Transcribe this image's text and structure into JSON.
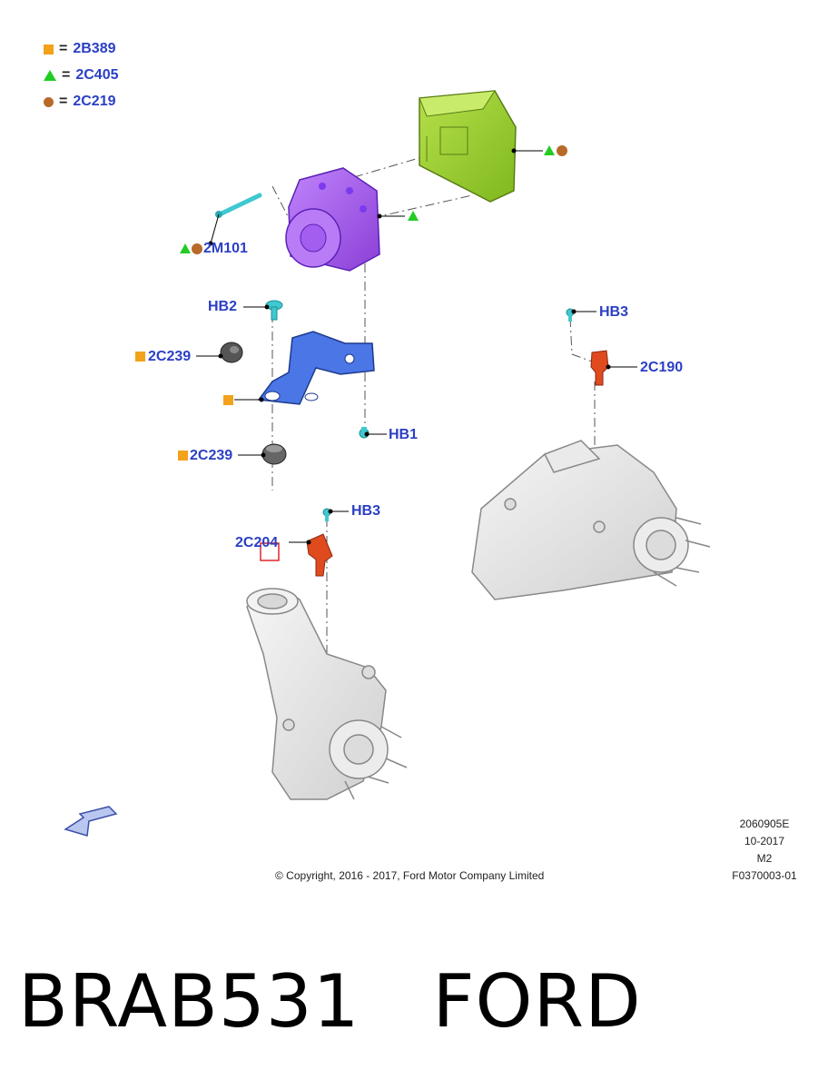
{
  "legend": [
    {
      "symbol": "square",
      "code": "2B389"
    },
    {
      "symbol": "triangle",
      "code": "2C405"
    },
    {
      "symbol": "dot",
      "code": "2C219"
    }
  ],
  "legend_equals": "=",
  "callouts": {
    "abs_module": "2M101",
    "bracket_bolt": "HB2",
    "grommet_upper": "2C239",
    "grommet_lower": "2C239",
    "bolt_hb1": "HB1",
    "rear_bolt": "HB3",
    "rear_sensor": "2C190",
    "front_bolt": "HB3",
    "front_sensor": "2C204"
  },
  "drawing_meta": {
    "code": "2060905E",
    "date": "10-2017",
    "revision": "M2",
    "figure": "F0370003-01"
  },
  "copyright": "© Copyright, 2016 - 2017, Ford Motor Company Limited",
  "footer": {
    "part_number": "BRAB531",
    "brand": "FORD"
  },
  "colors": {
    "callout_text": "#2b3fc4",
    "square_symbol": "#f2a21b",
    "triangle_symbol": "#22cc22",
    "dot_symbol": "#b86a28",
    "control_module": "#9acd32",
    "hydraulic_unit": "#a855f7",
    "bracket": "#4169e1",
    "sensor": "#e04a1f",
    "bolt": "#40c8d0"
  }
}
